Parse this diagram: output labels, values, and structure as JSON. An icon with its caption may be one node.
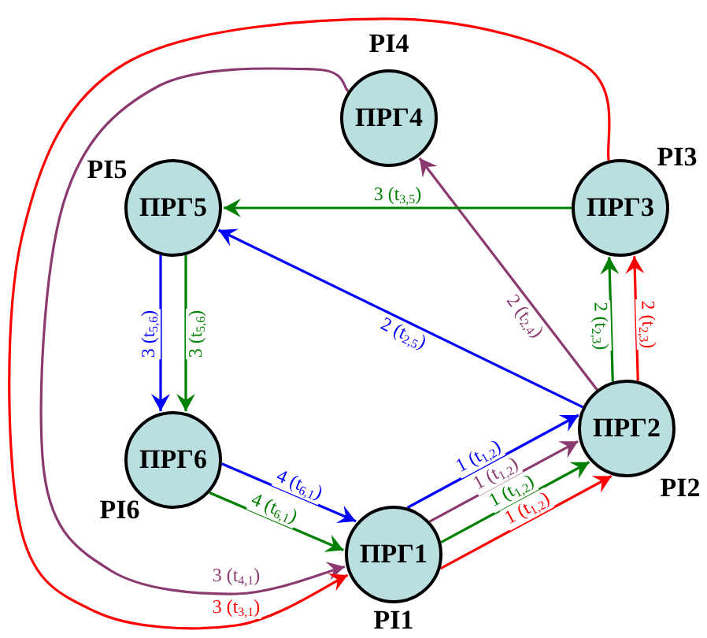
{
  "diagram": {
    "nodes": [
      {
        "text": [
          "ПРГ1"
        ],
        "beside": [
          "PI1"
        ]
      },
      {
        "text": [
          "ПРГ2"
        ],
        "beside": [
          "PI2"
        ]
      },
      {
        "text": [
          "ПРГ3"
        ],
        "beside": [
          "PI3"
        ]
      },
      {
        "text": [
          "ПРГ4"
        ],
        "beside": [
          "PI4"
        ]
      },
      {
        "text": [
          "ПРГ5"
        ],
        "beside": [
          "PI5"
        ]
      },
      {
        "text": [
          "ПРГ6"
        ],
        "beside": [
          "PI6"
        ]
      }
    ],
    "edges": [
      {
        "from": 0,
        "to": 1,
        "arrow": "to",
        "label": "1 (t$_{1,2}$)",
        "color": "#0000ff"
      },
      {
        "from": 0,
        "to": 1,
        "arrow": "to",
        "label": "1 (t$_{1,2}$)",
        "color": "#8b3a70"
      },
      {
        "from": 0,
        "to": 1,
        "arrow": "to",
        "label": "1 (t$_{1,2}$)",
        "color": "#008000"
      },
      {
        "from": 0,
        "to": 1,
        "arrow": "to",
        "label": "1 (t$_{1,2}$)",
        "color": "#ff0000"
      },
      {
        "from": 1,
        "to": 2,
        "arrow": "to",
        "label": "2 (t$_{2,3}$)",
        "color": "#008000"
      },
      {
        "from": 1,
        "to": 2,
        "arrow": "to",
        "label": "2 (t$_{2,3}$)",
        "color": "#ff0000"
      },
      {
        "from": 1,
        "to": 3,
        "arrow": "to",
        "label": "2 (t$_{2,4}$)",
        "color": "#8b3a70"
      },
      {
        "from": 1,
        "to": 4,
        "arrow": "to",
        "label": "2 (t$_{2,5}$)",
        "color": "#0000ff"
      },
      {
        "from": 2,
        "to": 4,
        "arrow": "to",
        "label": "3 (t$_{3,5}$)",
        "color": "#008000"
      },
      {
        "from": 4,
        "to": 5,
        "arrow": "to",
        "label": "3 (t$_{5,6}$)",
        "color": "#008000"
      },
      {
        "from": 4,
        "to": 5,
        "arrow": "to",
        "label": "3 (t$_{5,6}$)",
        "color": "#0000ff"
      },
      {
        "from": 5,
        "to": 0,
        "arrow": "to",
        "label": "4 (t$_{6,1}$)",
        "color": "#0000ff"
      },
      {
        "from": 5,
        "to": 0,
        "arrow": "to",
        "label": "4 (t$_{6,1}$)",
        "color": "#008000"
      },
      {
        "from": 3,
        "to": 0,
        "arrow": "to",
        "label": "3 (t$_{4,1}$)",
        "color": "#8b3a70"
      },
      {
        "from": 2,
        "to": 0,
        "arrow": "to",
        "label": "3 (t$_{3,1}$)",
        "color": "#ff0000"
      }
    ]
  }
}
